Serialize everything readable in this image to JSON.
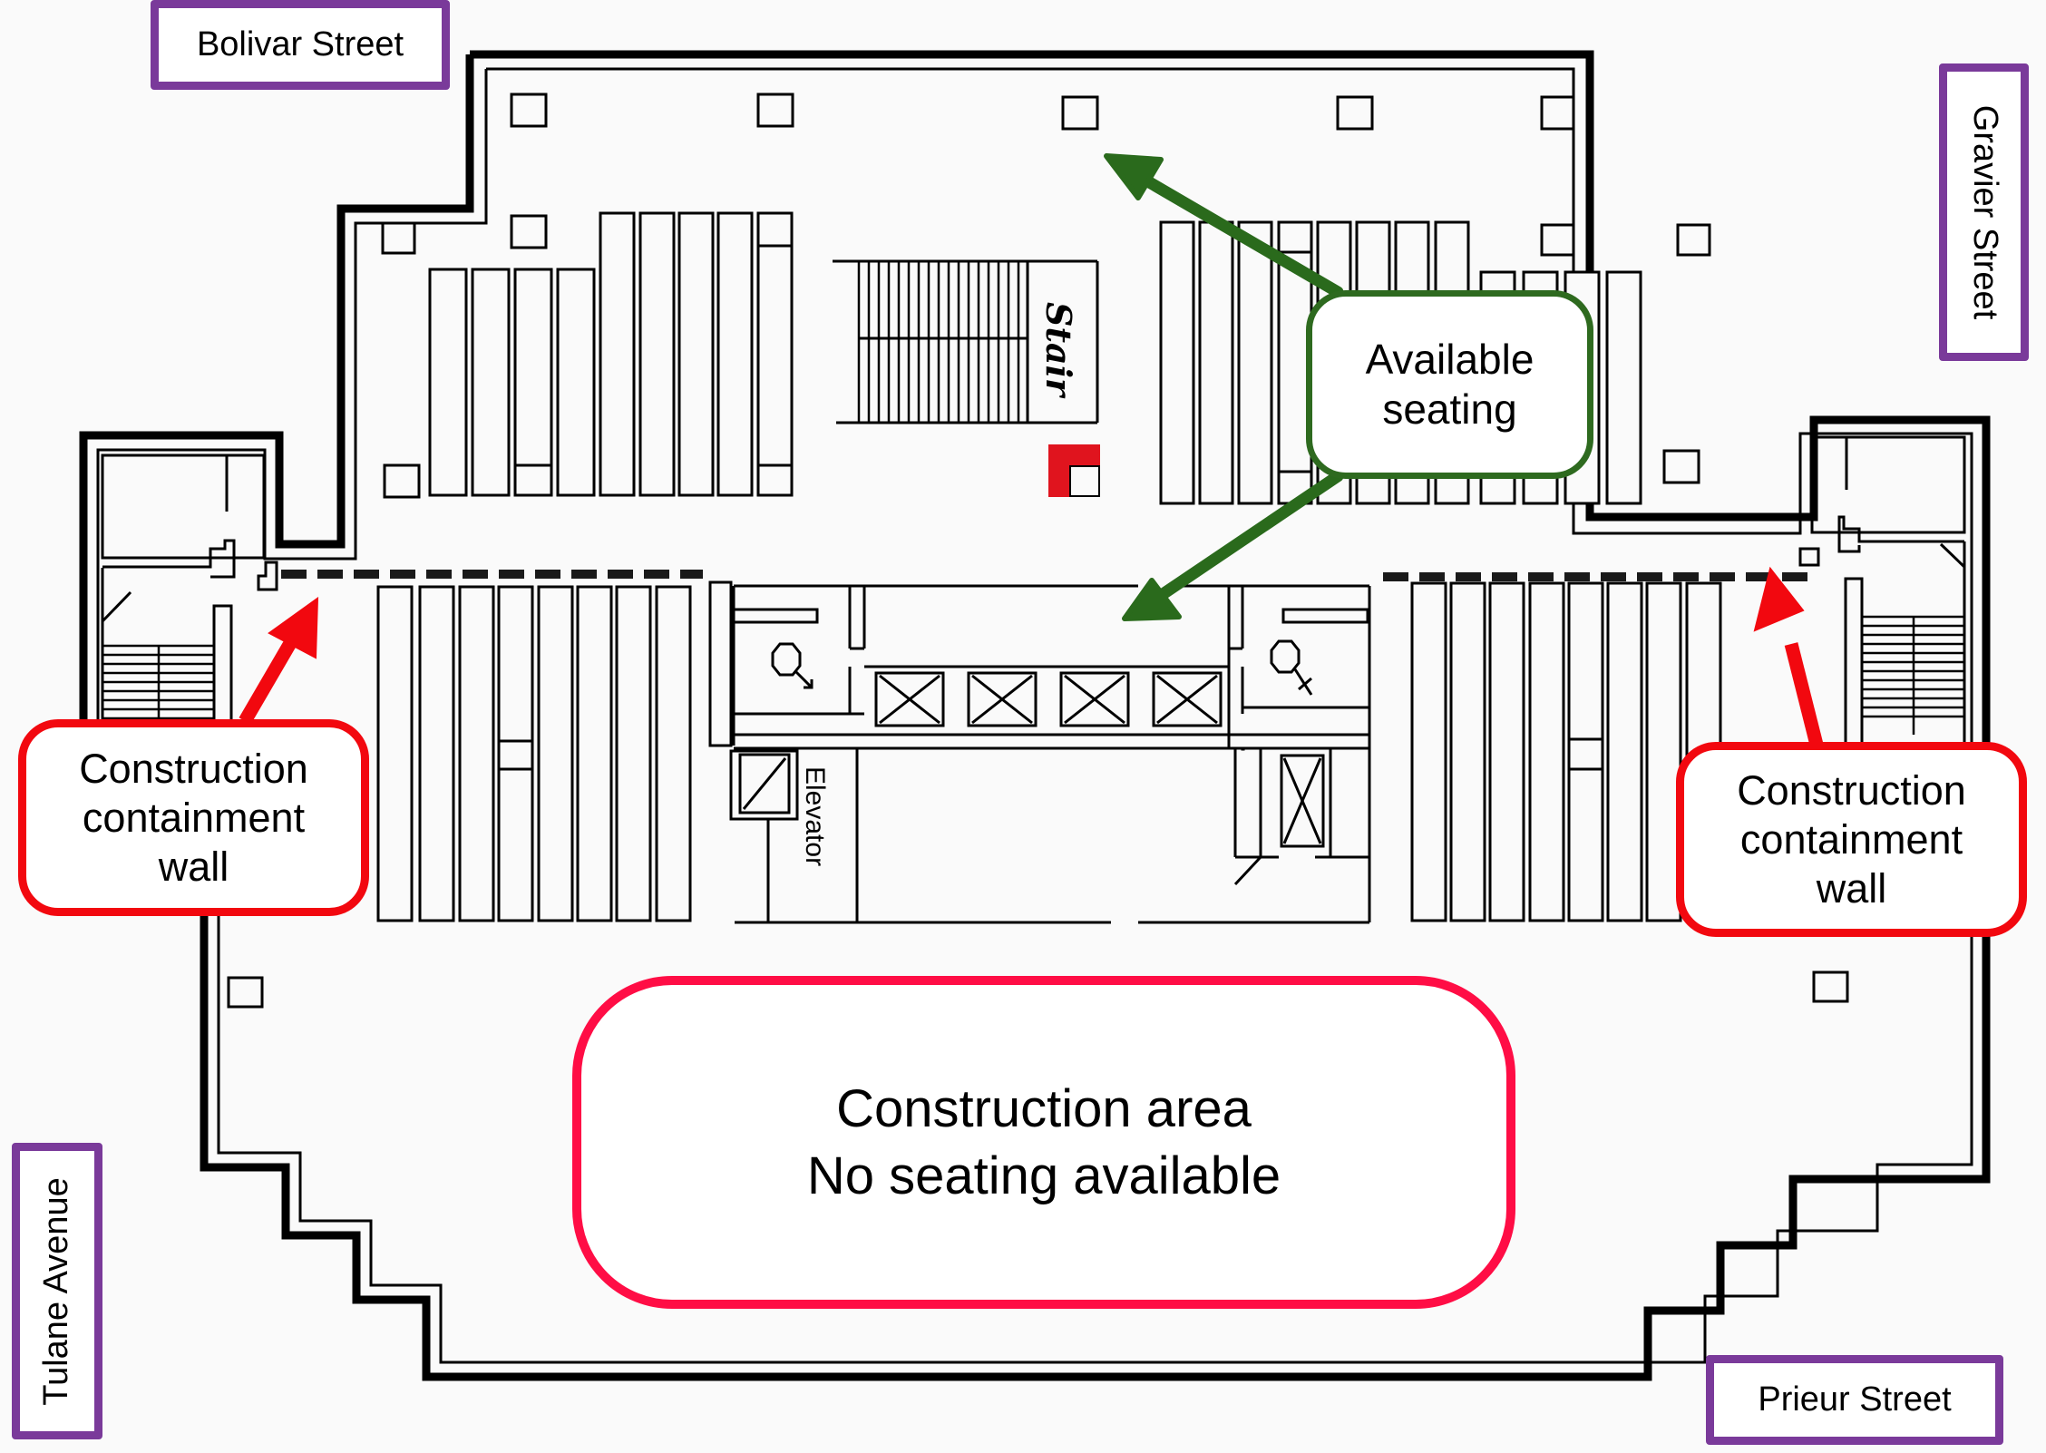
{
  "streets": {
    "top": "Bolivar Street",
    "right": "Gravier Street",
    "left": "Tulane Avenue",
    "bottom": "Prieur Street"
  },
  "callouts": {
    "available_seating": "Available seating",
    "containment_left": "Construction containment wall",
    "containment_right": "Construction containment wall",
    "construction_area_line1": "Construction area",
    "construction_area_line2": "No seating available"
  },
  "plan_labels": {
    "stair": "Stair",
    "elevator": "Elevator"
  },
  "icons": {
    "restroom_men": "male-restroom-icon",
    "restroom_women": "female-restroom-icon",
    "elevator_car": "elevator-x-icon",
    "stair": "stair-icon",
    "arrow_green": "arrow-icon",
    "arrow_red": "arrow-icon"
  },
  "colors": {
    "street_border": "#7a3a9a",
    "available_border": "#2e6a1f",
    "containment_border": "#f2080f",
    "construction_area_border": "#ff0d45",
    "you_are_here": "#e0141e",
    "wall": "#000000",
    "background": "#fafafa"
  }
}
